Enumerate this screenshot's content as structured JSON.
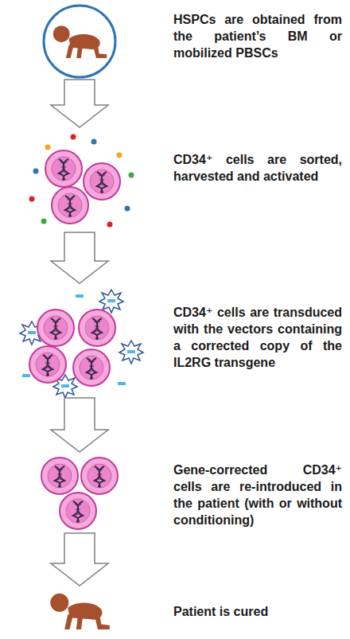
{
  "diagram": {
    "nodes": [
      {
        "text": [
          "HSPCs are obtained from the patient’s BM or mobilized PBSCs"
        ]
      },
      {
        "text": [
          "CD34⁺ cells are sorted, harvested and activated"
        ]
      },
      {
        "text": [
          "CD34⁺ cells are transduced with the vectors containing a corrected copy of the IL2RG transgene"
        ]
      },
      {
        "text": [
          "Gene-corrected CD34⁺ cells are re-introduced in the patient (with or without conditioning)"
        ]
      },
      {
        "text": [
          "Patient is cured"
        ]
      }
    ],
    "edges": [
      {
        "from": 0,
        "to": 1,
        "arrow": "to"
      },
      {
        "from": 1,
        "to": 2,
        "arrow": "to"
      },
      {
        "from": 2,
        "to": 3,
        "arrow": "to"
      },
      {
        "from": 3,
        "to": 4,
        "arrow": "to"
      }
    ]
  }
}
